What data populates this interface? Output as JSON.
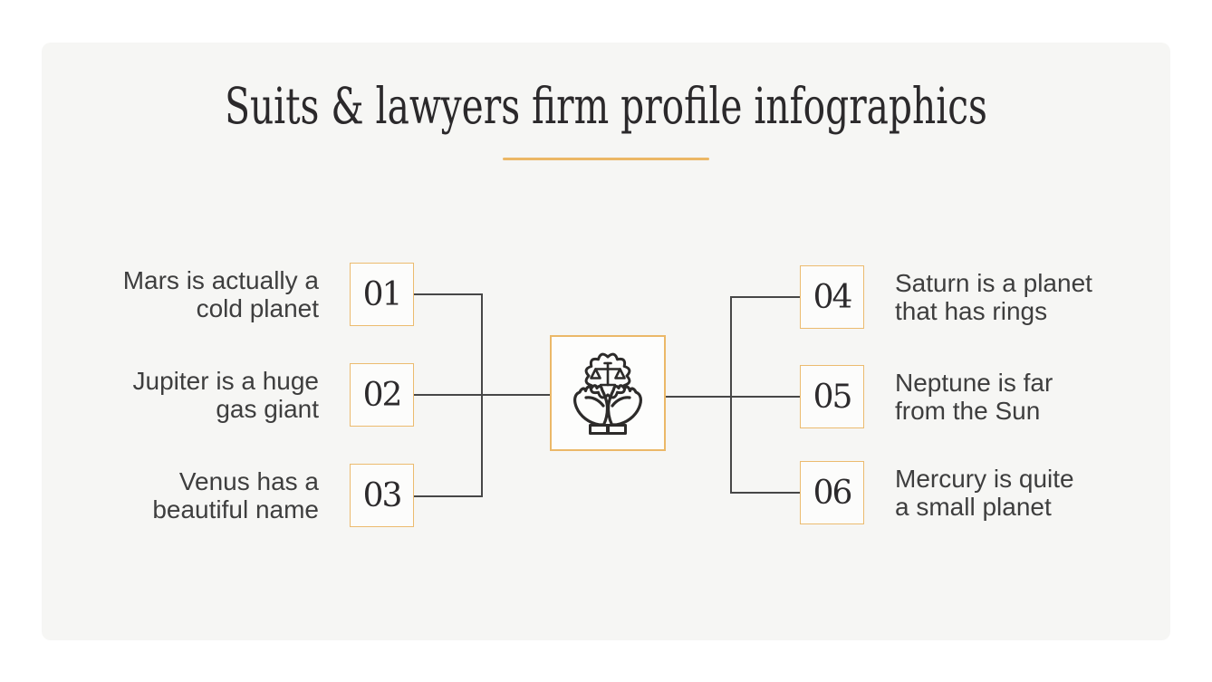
{
  "slide": {
    "title": "Suits & lawyers firm profile infographics",
    "center_icon": "justice-scales-in-hands-icon",
    "colors": {
      "page_background": "#FFFFFF",
      "slide_background": "#F6F6F4",
      "accent_gold": "#ECBB6F",
      "connector_dark": "#474747",
      "body_text": "#3E3E3E",
      "title_text": "#2B292B",
      "icon_stroke": "#2D2B2A"
    }
  },
  "items": [
    {
      "number": "01",
      "line1": "Mars is actually a",
      "line2": "cold planet"
    },
    {
      "number": "02",
      "line1": "Jupiter is a huge",
      "line2": "gas giant"
    },
    {
      "number": "03",
      "line1": "Venus has a",
      "line2": "beautiful name"
    },
    {
      "number": "04",
      "line1": "Saturn is a planet",
      "line2": "that has rings"
    },
    {
      "number": "05",
      "line1": "Neptune is far",
      "line2": "from the Sun"
    },
    {
      "number": "06",
      "line1": "Mercury is quite",
      "line2": "a small planet"
    }
  ]
}
